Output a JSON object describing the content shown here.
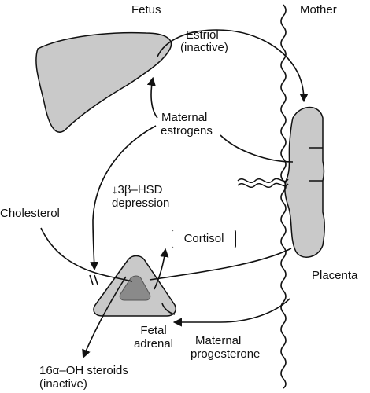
{
  "headers": {
    "fetus": "Fetus",
    "mother": "Mother"
  },
  "labels": {
    "estriol": "Estriol",
    "estriol_note": "(inactive)",
    "maternal_estrogens_1": "Maternal",
    "maternal_estrogens_2": "estrogens",
    "hsd_1": "↓3β–HSD",
    "hsd_2": "depression",
    "cholesterol": "Cholesterol",
    "cortisol": "Cortisol",
    "placenta": "Placenta",
    "fetal_adrenal_1": "Fetal",
    "fetal_adrenal_2": "adrenal",
    "maternal_progesterone_1": "Maternal",
    "maternal_progesterone_2": "progesterone",
    "steroids_1": "16α–OH steroids",
    "steroids_2": "(inactive)"
  },
  "colors": {
    "organ_fill": "#c9c9c9",
    "organ_dark": "#8a8a8a",
    "stroke": "#111111"
  }
}
